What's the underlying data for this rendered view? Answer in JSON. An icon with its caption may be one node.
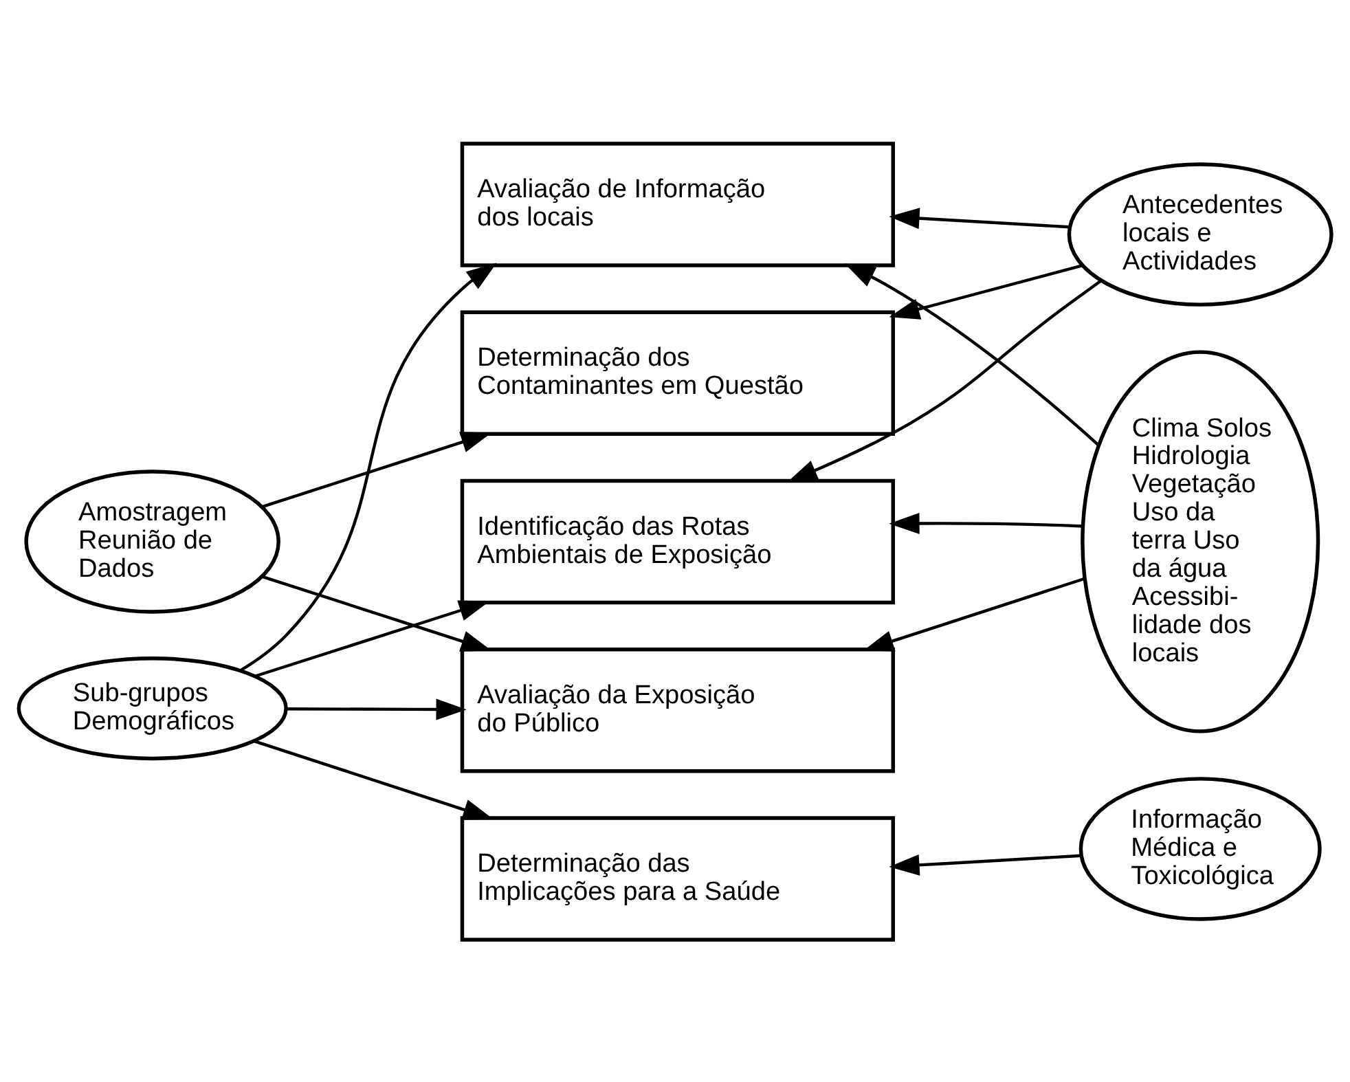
{
  "diagram": {
    "nodes": [
      {
        "text": [
          "Avaliação de Informação dos locais"
        ]
      },
      {
        "text": [
          "Determinação dos Contaminantes em Questão"
        ]
      },
      {
        "text": [
          "Identificação das Rotas Ambientais de Exposição"
        ]
      },
      {
        "text": [
          "Avaliação da Exposição do Público"
        ]
      },
      {
        "text": [
          "Determinação das Implicações para a Saúde"
        ]
      },
      {
        "text": [
          "Antecedentes locais e Actividades"
        ]
      },
      {
        "text": [
          "Amostragem Reunião de Dados"
        ]
      },
      {
        "text": [
          "Clima Solos Hidrologia Vegetação Uso da terra Uso da água Acessibi- lidade dos locais"
        ]
      },
      {
        "text": [
          "Sub-grupos Demográficos"
        ]
      },
      {
        "text": [
          "Informação Médica e Toxicológica"
        ]
      }
    ],
    "edges": [
      {
        "from": 8,
        "to": 0,
        "arrow": "to"
      },
      {
        "from": 6,
        "to": 1,
        "arrow": "to"
      },
      {
        "from": 8,
        "to": 2,
        "arrow": "to"
      },
      {
        "from": 6,
        "to": 3,
        "arrow": "to"
      },
      {
        "from": 8,
        "to": 3,
        "arrow": "to"
      },
      {
        "from": 8,
        "to": 4,
        "arrow": "to"
      },
      {
        "from": 5,
        "to": 0,
        "arrow": "to"
      },
      {
        "from": 5,
        "to": 1,
        "arrow": "to"
      },
      {
        "from": 5,
        "to": 2,
        "arrow": "to"
      },
      {
        "from": 7,
        "to": 0,
        "arrow": "to"
      },
      {
        "from": 7,
        "to": 2,
        "arrow": "to"
      },
      {
        "from": 7,
        "to": 3,
        "arrow": "to"
      },
      {
        "from": 9,
        "to": 4,
        "arrow": "to"
      }
    ]
  }
}
